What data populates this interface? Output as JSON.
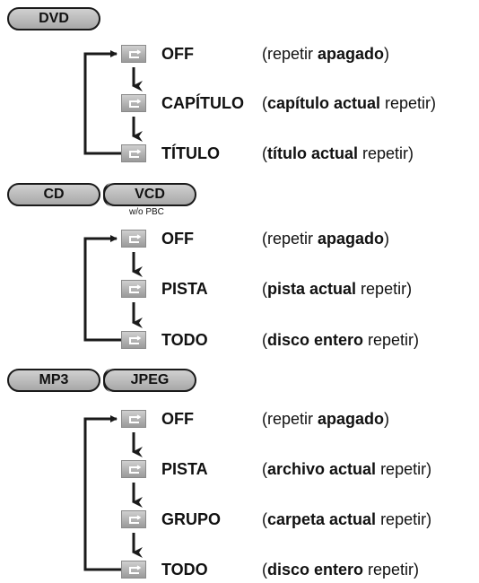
{
  "sections": [
    {
      "badges": [
        "DVD"
      ],
      "badge_note": "",
      "rows": [
        {
          "label": "OFF",
          "desc_pre": "(repetir ",
          "desc_bold": "apagado",
          "desc_post": ")"
        },
        {
          "label": "CAPÍTULO",
          "desc_pre": "(",
          "desc_bold": "capítulo actual",
          "desc_post": " repetir)"
        },
        {
          "label": "TÍTULO",
          "desc_pre": "(",
          "desc_bold": "título actual",
          "desc_post": " repetir)"
        }
      ]
    },
    {
      "badges": [
        "CD",
        "VCD"
      ],
      "badge_note": "w/o PBC",
      "rows": [
        {
          "label": "OFF",
          "desc_pre": "(repetir ",
          "desc_bold": "apagado",
          "desc_post": ")"
        },
        {
          "label": "PISTA",
          "desc_pre": "(",
          "desc_bold": "pista actual",
          "desc_post": " repetir)"
        },
        {
          "label": "TODO",
          "desc_pre": "(",
          "desc_bold": "disco entero",
          "desc_post": " repetir)"
        }
      ]
    },
    {
      "badges": [
        "MP3",
        "JPEG"
      ],
      "badge_note": "",
      "rows": [
        {
          "label": "OFF",
          "desc_pre": "(repetir ",
          "desc_bold": "apagado",
          "desc_post": ")"
        },
        {
          "label": "PISTA",
          "desc_pre": "(",
          "desc_bold": "archivo actual",
          "desc_post": " repetir)"
        },
        {
          "label": "GRUPO",
          "desc_pre": "(",
          "desc_bold": "carpeta actual",
          "desc_post": " repetir)"
        },
        {
          "label": "TODO",
          "desc_pre": "(",
          "desc_bold": "disco entero",
          "desc_post": " repetir)"
        }
      ]
    }
  ],
  "colors": {
    "line": "#1a1a1a",
    "badge": "#b8b8b8",
    "icon": "#b0b0b0"
  },
  "icon_name": "repeat-icon"
}
